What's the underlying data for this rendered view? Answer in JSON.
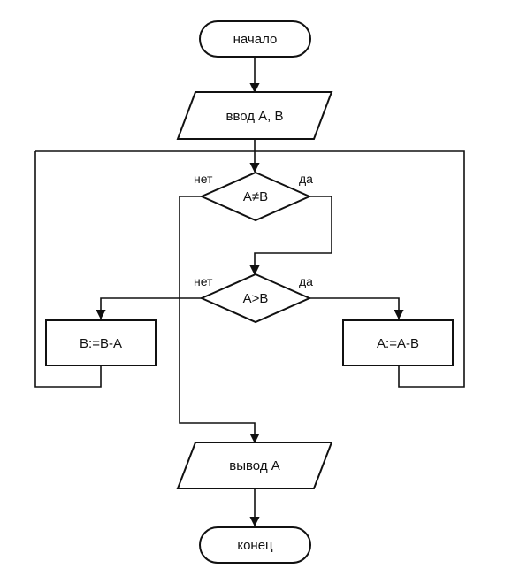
{
  "flowchart": {
    "start": "начало",
    "input": "ввод A, B",
    "condition1": {
      "text": "A≠B",
      "no": "нет",
      "yes": "да"
    },
    "condition2": {
      "text": "A>B",
      "no": "нет",
      "yes": "да"
    },
    "process_left": "B:=B-A",
    "process_right": "A:=A-B",
    "output": "вывод A",
    "end": "конец"
  }
}
